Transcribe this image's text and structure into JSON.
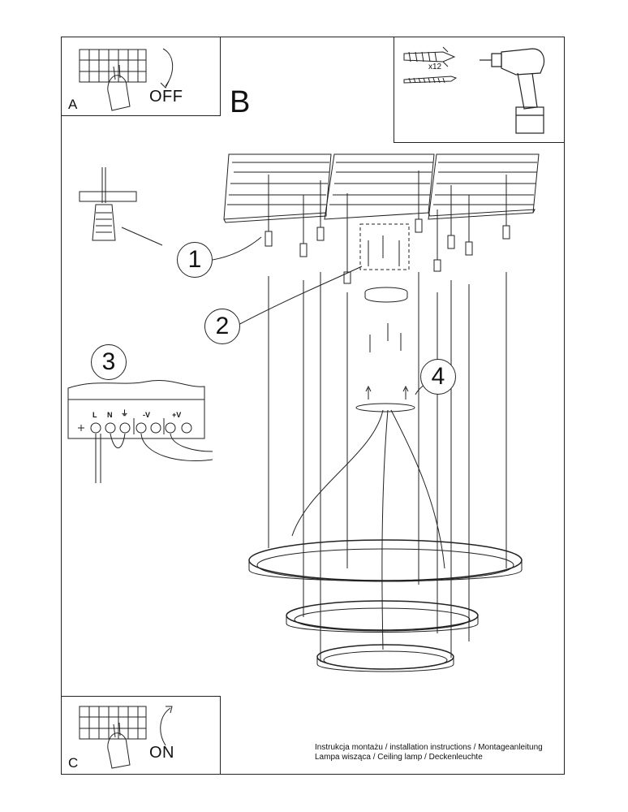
{
  "step_a": {
    "letter": "A",
    "action": "OFF"
  },
  "step_b": {
    "letter": "B"
  },
  "step_c": {
    "letter": "C",
    "action": "ON"
  },
  "tools": {
    "quantity": "x12"
  },
  "callouts": [
    "1",
    "2",
    "3",
    "4"
  ],
  "terminal": {
    "labels": [
      "L",
      "N",
      "⏚",
      "-V",
      "+V"
    ]
  },
  "caption": {
    "line1": "Instrukcja montażu / installation instructions / Montageanleitung",
    "line2": "Lampa wisząca / Ceiling lamp / Deckenleuchte"
  },
  "icons": {
    "breaker_off": "breaker-switch-off-icon",
    "breaker_on": "breaker-switch-on-icon",
    "drill": "power-drill-icon",
    "anchor": "wall-anchor-icon",
    "screw": "screw-icon"
  }
}
